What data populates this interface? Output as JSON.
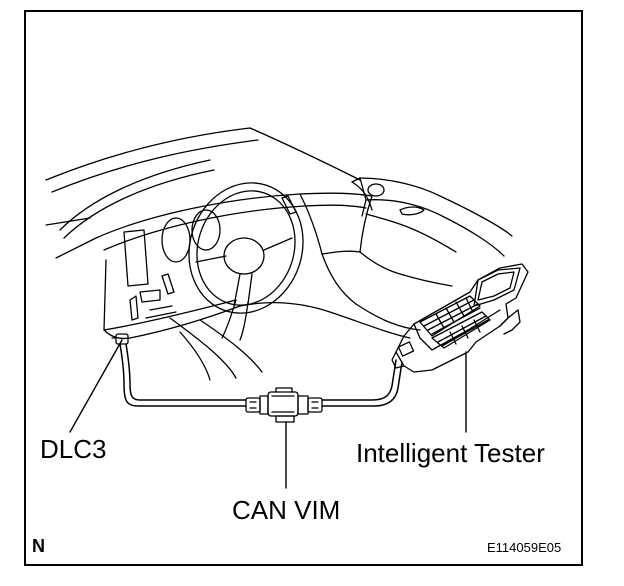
{
  "labels": {
    "dlc3": "DLC3",
    "tester": "Intelligent Tester",
    "can_vim": "CAN VIM",
    "orientation": "N",
    "figure_id": "E114059E05"
  }
}
